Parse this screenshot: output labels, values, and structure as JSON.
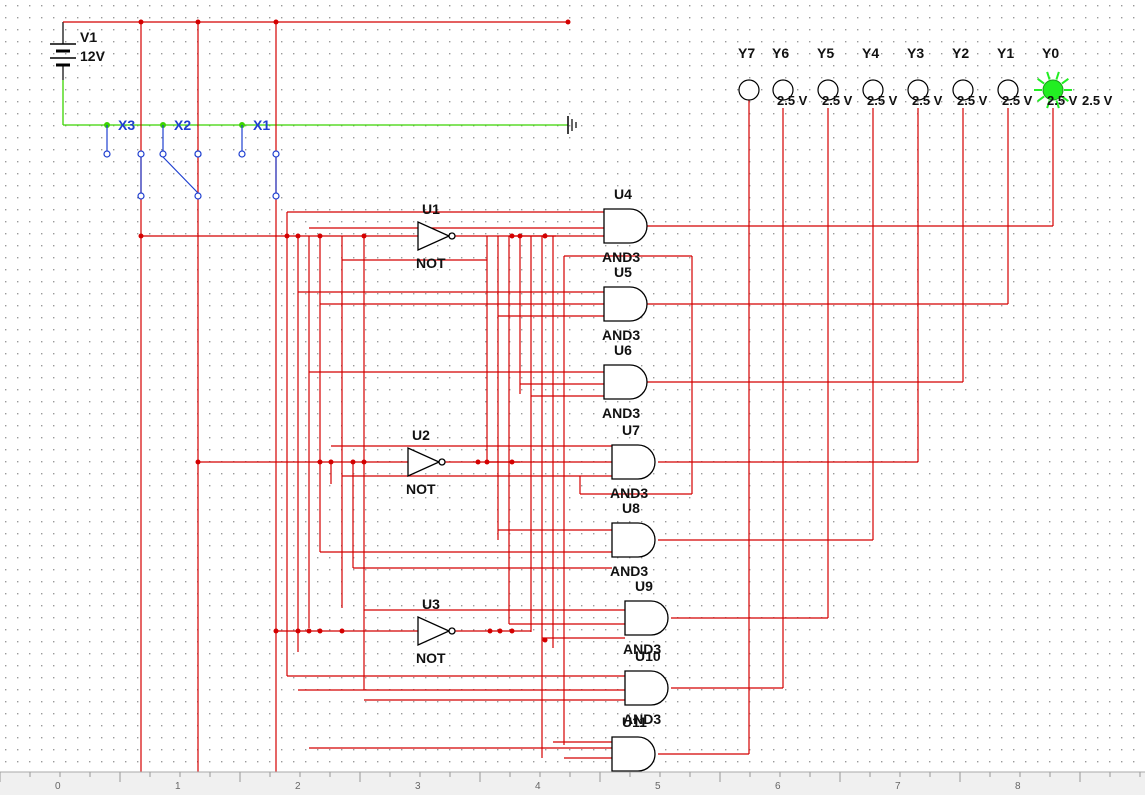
{
  "source": {
    "name": "V1",
    "value": "12V"
  },
  "switches": [
    "X3",
    "X2",
    "X1"
  ],
  "inverters": [
    {
      "name": "U1",
      "type": "NOT"
    },
    {
      "name": "U2",
      "type": "NOT"
    },
    {
      "name": "U3",
      "type": "NOT"
    }
  ],
  "gates": [
    {
      "name": "U4",
      "type": "AND3"
    },
    {
      "name": "U5",
      "type": "AND3"
    },
    {
      "name": "U6",
      "type": "AND3"
    },
    {
      "name": "U7",
      "type": "AND3"
    },
    {
      "name": "U8",
      "type": "AND3"
    },
    {
      "name": "U9",
      "type": "AND3"
    },
    {
      "name": "U10",
      "type": "AND3"
    },
    {
      "name": "U11",
      "type": "AND3"
    }
  ],
  "outputs": [
    {
      "name": "Y7",
      "voltage": "",
      "lit": false
    },
    {
      "name": "Y6",
      "voltage": "2.5 V",
      "lit": false
    },
    {
      "name": "Y5",
      "voltage": "2.5 V",
      "lit": false
    },
    {
      "name": "Y4",
      "voltage": "2.5 V",
      "lit": false
    },
    {
      "name": "Y3",
      "voltage": "2.5 V",
      "lit": false
    },
    {
      "name": "Y2",
      "voltage": "2.5 V",
      "lit": false
    },
    {
      "name": "Y1",
      "voltage": "2.5 V",
      "lit": false
    },
    {
      "name": "Y0",
      "voltage": "2.5 V",
      "lit": true
    }
  ],
  "y0_extra_voltage": "2.5 V",
  "ruler": [
    "0",
    "1",
    "2",
    "3",
    "4",
    "5",
    "6",
    "7",
    "8"
  ],
  "colors": {
    "wire": "#d40000",
    "ground_wire": "#3bd400",
    "switch_blue": "#1e3fd0",
    "lamp_on": "#22ee22",
    "grid_dot": "#9a9a9a"
  }
}
